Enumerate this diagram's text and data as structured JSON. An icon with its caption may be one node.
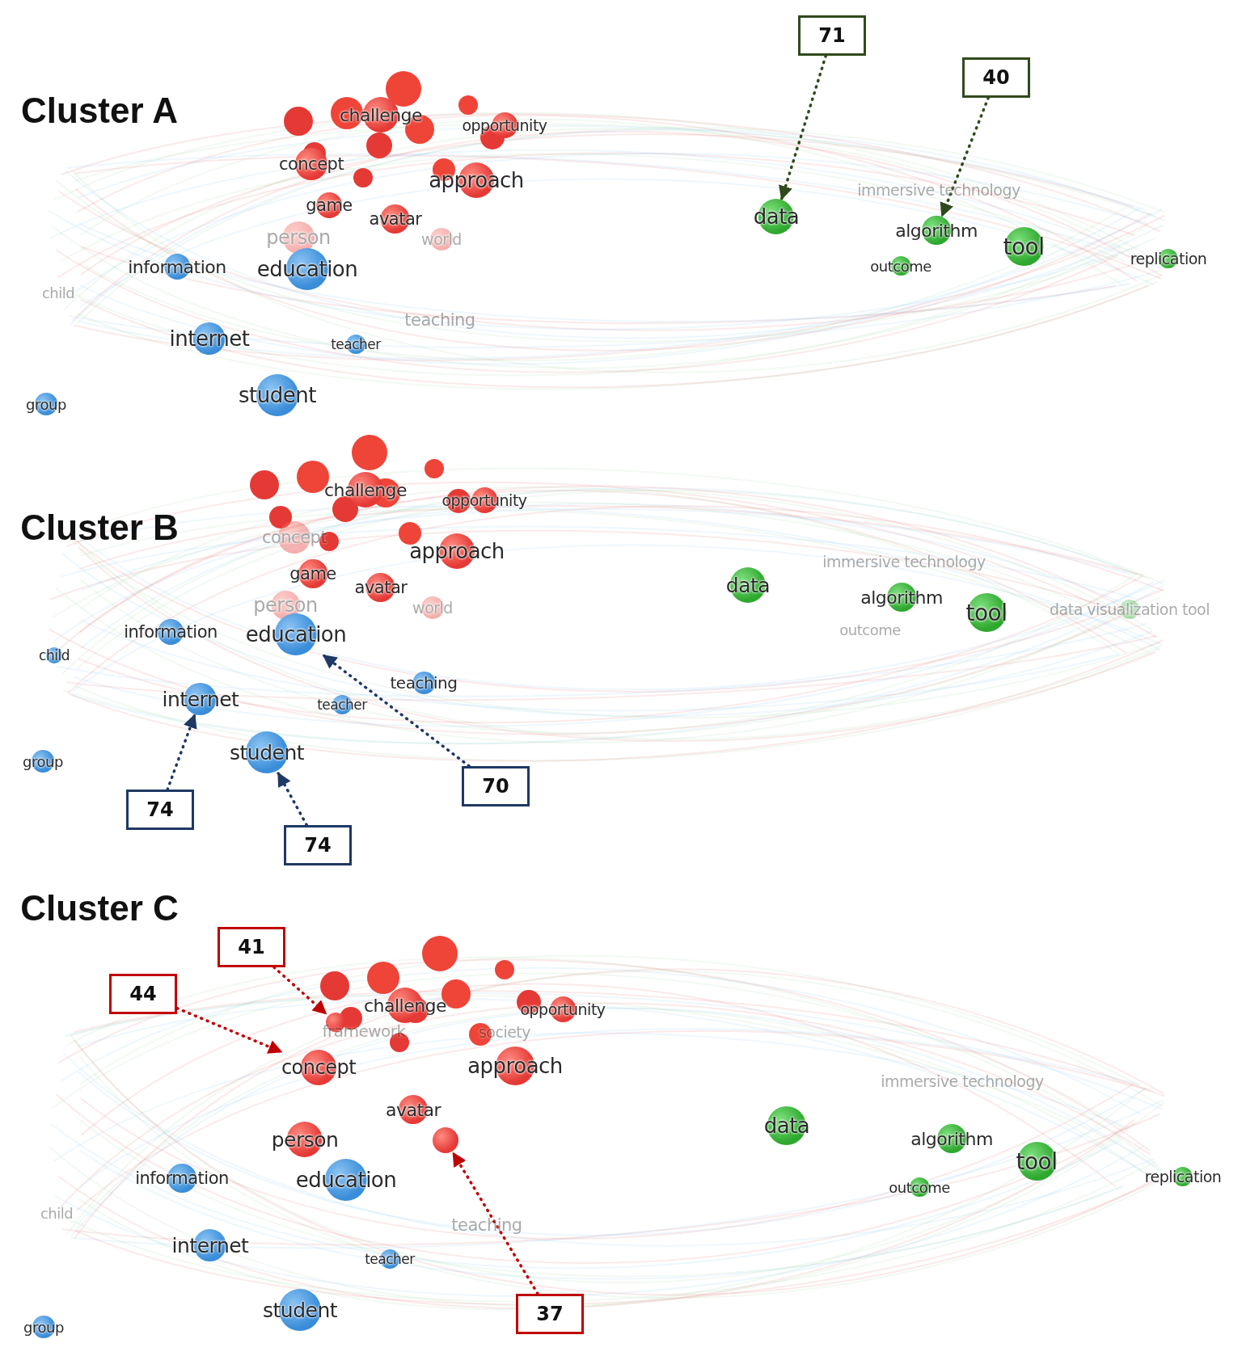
{
  "diagram": {
    "nodes": [
      {
        "text": [
          "challenge"
        ]
      },
      {
        "text": [
          "opportunity"
        ]
      },
      {
        "text": [
          "concept"
        ]
      },
      {
        "text": [
          "approach"
        ]
      },
      {
        "text": [
          "game"
        ]
      },
      {
        "text": [
          "avatar"
        ]
      },
      {
        "text": [
          "person"
        ]
      },
      {
        "text": [
          "world"
        ]
      },
      {
        "text": [
          "information"
        ]
      },
      {
        "text": [
          "education"
        ]
      },
      {
        "text": [
          "child"
        ]
      },
      {
        "text": [
          "internet"
        ]
      },
      {
        "text": [
          "teaching"
        ]
      },
      {
        "text": [
          "teacher"
        ]
      },
      {
        "text": [
          "student"
        ]
      },
      {
        "text": [
          "group"
        ]
      },
      {
        "text": [
          "immersive technology"
        ]
      },
      {
        "text": [
          "data"
        ]
      },
      {
        "text": [
          "algorithm"
        ]
      },
      {
        "text": [
          "outcome"
        ]
      },
      {
        "text": [
          "tool"
        ]
      },
      {
        "text": [
          "replication"
        ]
      },
      {
        "text": [
          "71"
        ]
      },
      {
        "text": [
          "40"
        ]
      },
      {
        "text": [
          "challenge"
        ]
      },
      {
        "text": [
          "opportunity"
        ]
      },
      {
        "text": [
          "concept"
        ]
      },
      {
        "text": [
          "approach"
        ]
      },
      {
        "text": [
          "game"
        ]
      },
      {
        "text": [
          "avatar"
        ]
      },
      {
        "text": [
          "person"
        ]
      },
      {
        "text": [
          "world"
        ]
      },
      {
        "text": [
          "information"
        ]
      },
      {
        "text": [
          "education"
        ]
      },
      {
        "text": [
          "child"
        ]
      },
      {
        "text": [
          "internet"
        ]
      },
      {
        "text": [
          "teaching"
        ]
      },
      {
        "text": [
          "teacher"
        ]
      },
      {
        "text": [
          "student"
        ]
      },
      {
        "text": [
          "group"
        ]
      },
      {
        "text": [
          "immersive technology"
        ]
      },
      {
        "text": [
          "data"
        ]
      },
      {
        "text": [
          "algorithm"
        ]
      },
      {
        "text": [
          "outcome"
        ]
      },
      {
        "text": [
          "tool"
        ]
      },
      {
        "text": [
          "data visualization tool"
        ]
      },
      {
        "text": [
          "74"
        ]
      },
      {
        "text": [
          "74"
        ]
      },
      {
        "text": [
          "70"
        ]
      },
      {
        "text": [
          "41"
        ]
      },
      {
        "text": [
          "44"
        ]
      },
      {
        "text": [
          "challenge"
        ]
      },
      {
        "text": [
          "opportunity"
        ]
      },
      {
        "text": [],
        "shape": "circle"
      },
      {
        "text": [
          "framework"
        ]
      },
      {
        "text": [
          "society"
        ]
      },
      {
        "text": [
          "concept"
        ]
      },
      {
        "text": [
          "approach"
        ]
      },
      {
        "text": [
          "avatar"
        ]
      },
      {
        "text": [],
        "shape": "circle"
      },
      {
        "text": [
          "person"
        ]
      },
      {
        "text": [
          "information"
        ]
      },
      {
        "text": [
          "education"
        ]
      },
      {
        "text": [
          "child"
        ]
      },
      {
        "text": [
          "internet"
        ]
      },
      {
        "text": [
          "teaching"
        ]
      },
      {
        "text": [
          "teacher"
        ]
      },
      {
        "text": [
          "student"
        ]
      },
      {
        "text": [
          "group"
        ]
      },
      {
        "text": [
          "immersive technology"
        ]
      },
      {
        "text": [
          "data"
        ]
      },
      {
        "text": [
          "algorithm"
        ]
      },
      {
        "text": [
          "outcome"
        ]
      },
      {
        "text": [
          "tool"
        ]
      },
      {
        "text": [
          "replication"
        ]
      },
      {
        "text": [
          "37"
        ]
      }
    ],
    "edges": [
      {
        "from": 22,
        "to": 17,
        "arrow": "to",
        "style": "dashed",
        "color": "#2f4a1c"
      },
      {
        "from": 23,
        "to": 18,
        "arrow": "to",
        "style": "dashed",
        "color": "#2f4a1c"
      },
      {
        "from": 46,
        "to": 35,
        "arrow": "to",
        "style": "dashed",
        "color": "#1f3864"
      },
      {
        "from": 47,
        "to": 38,
        "arrow": "to",
        "style": "dashed",
        "color": "#1f3864"
      },
      {
        "from": 48,
        "to": 33,
        "arrow": "to",
        "style": "dashed",
        "color": "#1f3864"
      },
      {
        "from": 49,
        "to": 53,
        "arrow": "to",
        "style": "dashed",
        "color": "#c00000"
      },
      {
        "from": 50,
        "to": 56,
        "arrow": "to",
        "style": "dashed",
        "color": "#c00000"
      },
      {
        "from": 75,
        "to": 59,
        "arrow": "to",
        "style": "dashed",
        "color": "#c00000"
      }
    ],
    "labels": [
      "Cluster A",
      "Cluster B",
      "Cluster C"
    ]
  }
}
